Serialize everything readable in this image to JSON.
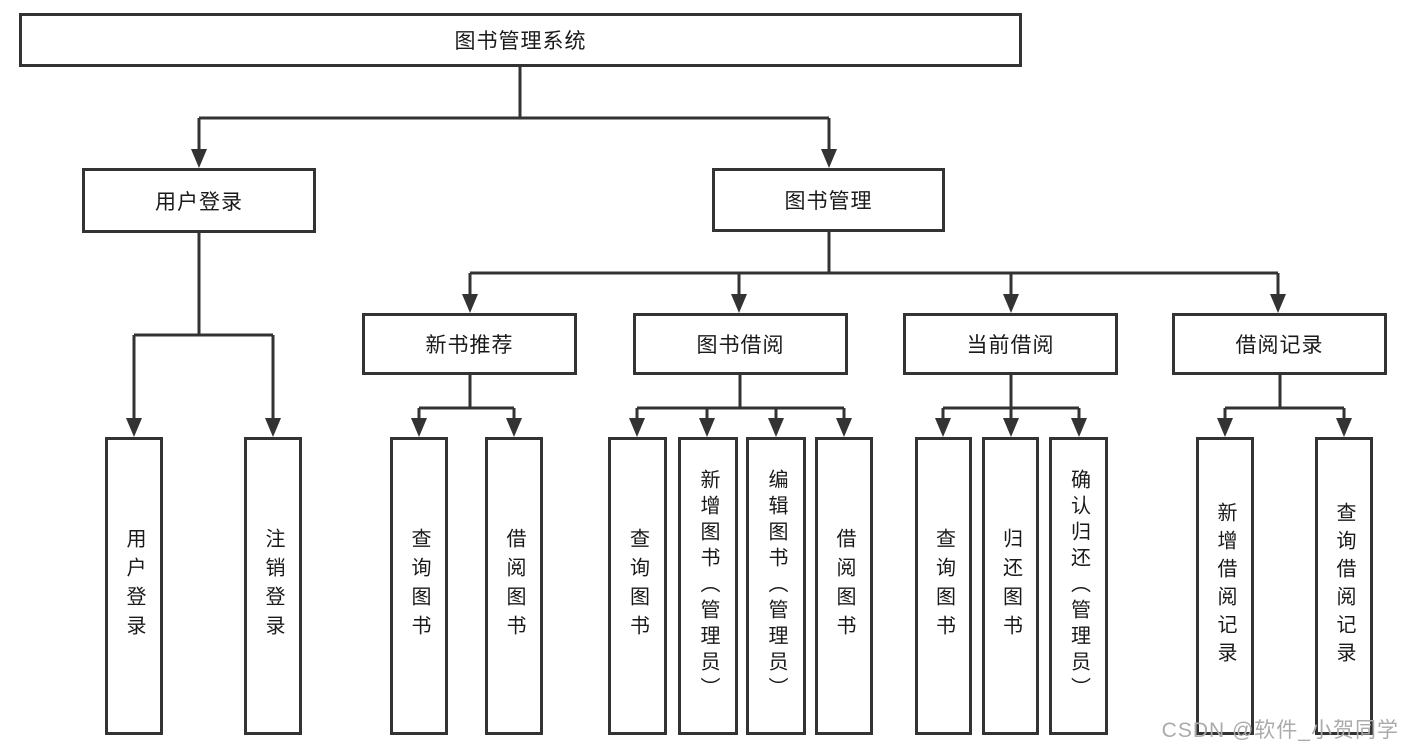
{
  "diagram": {
    "title": "图书管理系统",
    "branches": [
      {
        "label": "用户登录",
        "children": [
          {
            "label": "用户登录"
          },
          {
            "label": "注销登录"
          }
        ]
      },
      {
        "label": "图书管理",
        "children": [
          {
            "label": "新书推荐",
            "children": [
              {
                "label": "查询图书"
              },
              {
                "label": "借阅图书"
              }
            ]
          },
          {
            "label": "图书借阅",
            "children": [
              {
                "label": "查询图书"
              },
              {
                "label": "新增图书（管理员）"
              },
              {
                "label": "编辑图书（管理员）"
              },
              {
                "label": "借阅图书"
              }
            ]
          },
          {
            "label": "当前借阅",
            "children": [
              {
                "label": "查询图书"
              },
              {
                "label": "归还图书"
              },
              {
                "label": "确认归还（管理员）"
              }
            ]
          },
          {
            "label": "借阅记录",
            "children": [
              {
                "label": "新增借阅记录"
              },
              {
                "label": "查询借阅记录"
              }
            ]
          }
        ]
      }
    ]
  },
  "watermark": {
    "text": "CSDN @软件_小贺同学"
  },
  "colors": {
    "line": "#333333",
    "background": "#ffffff",
    "text": "#1a1a1a",
    "watermark": "#ababab"
  }
}
